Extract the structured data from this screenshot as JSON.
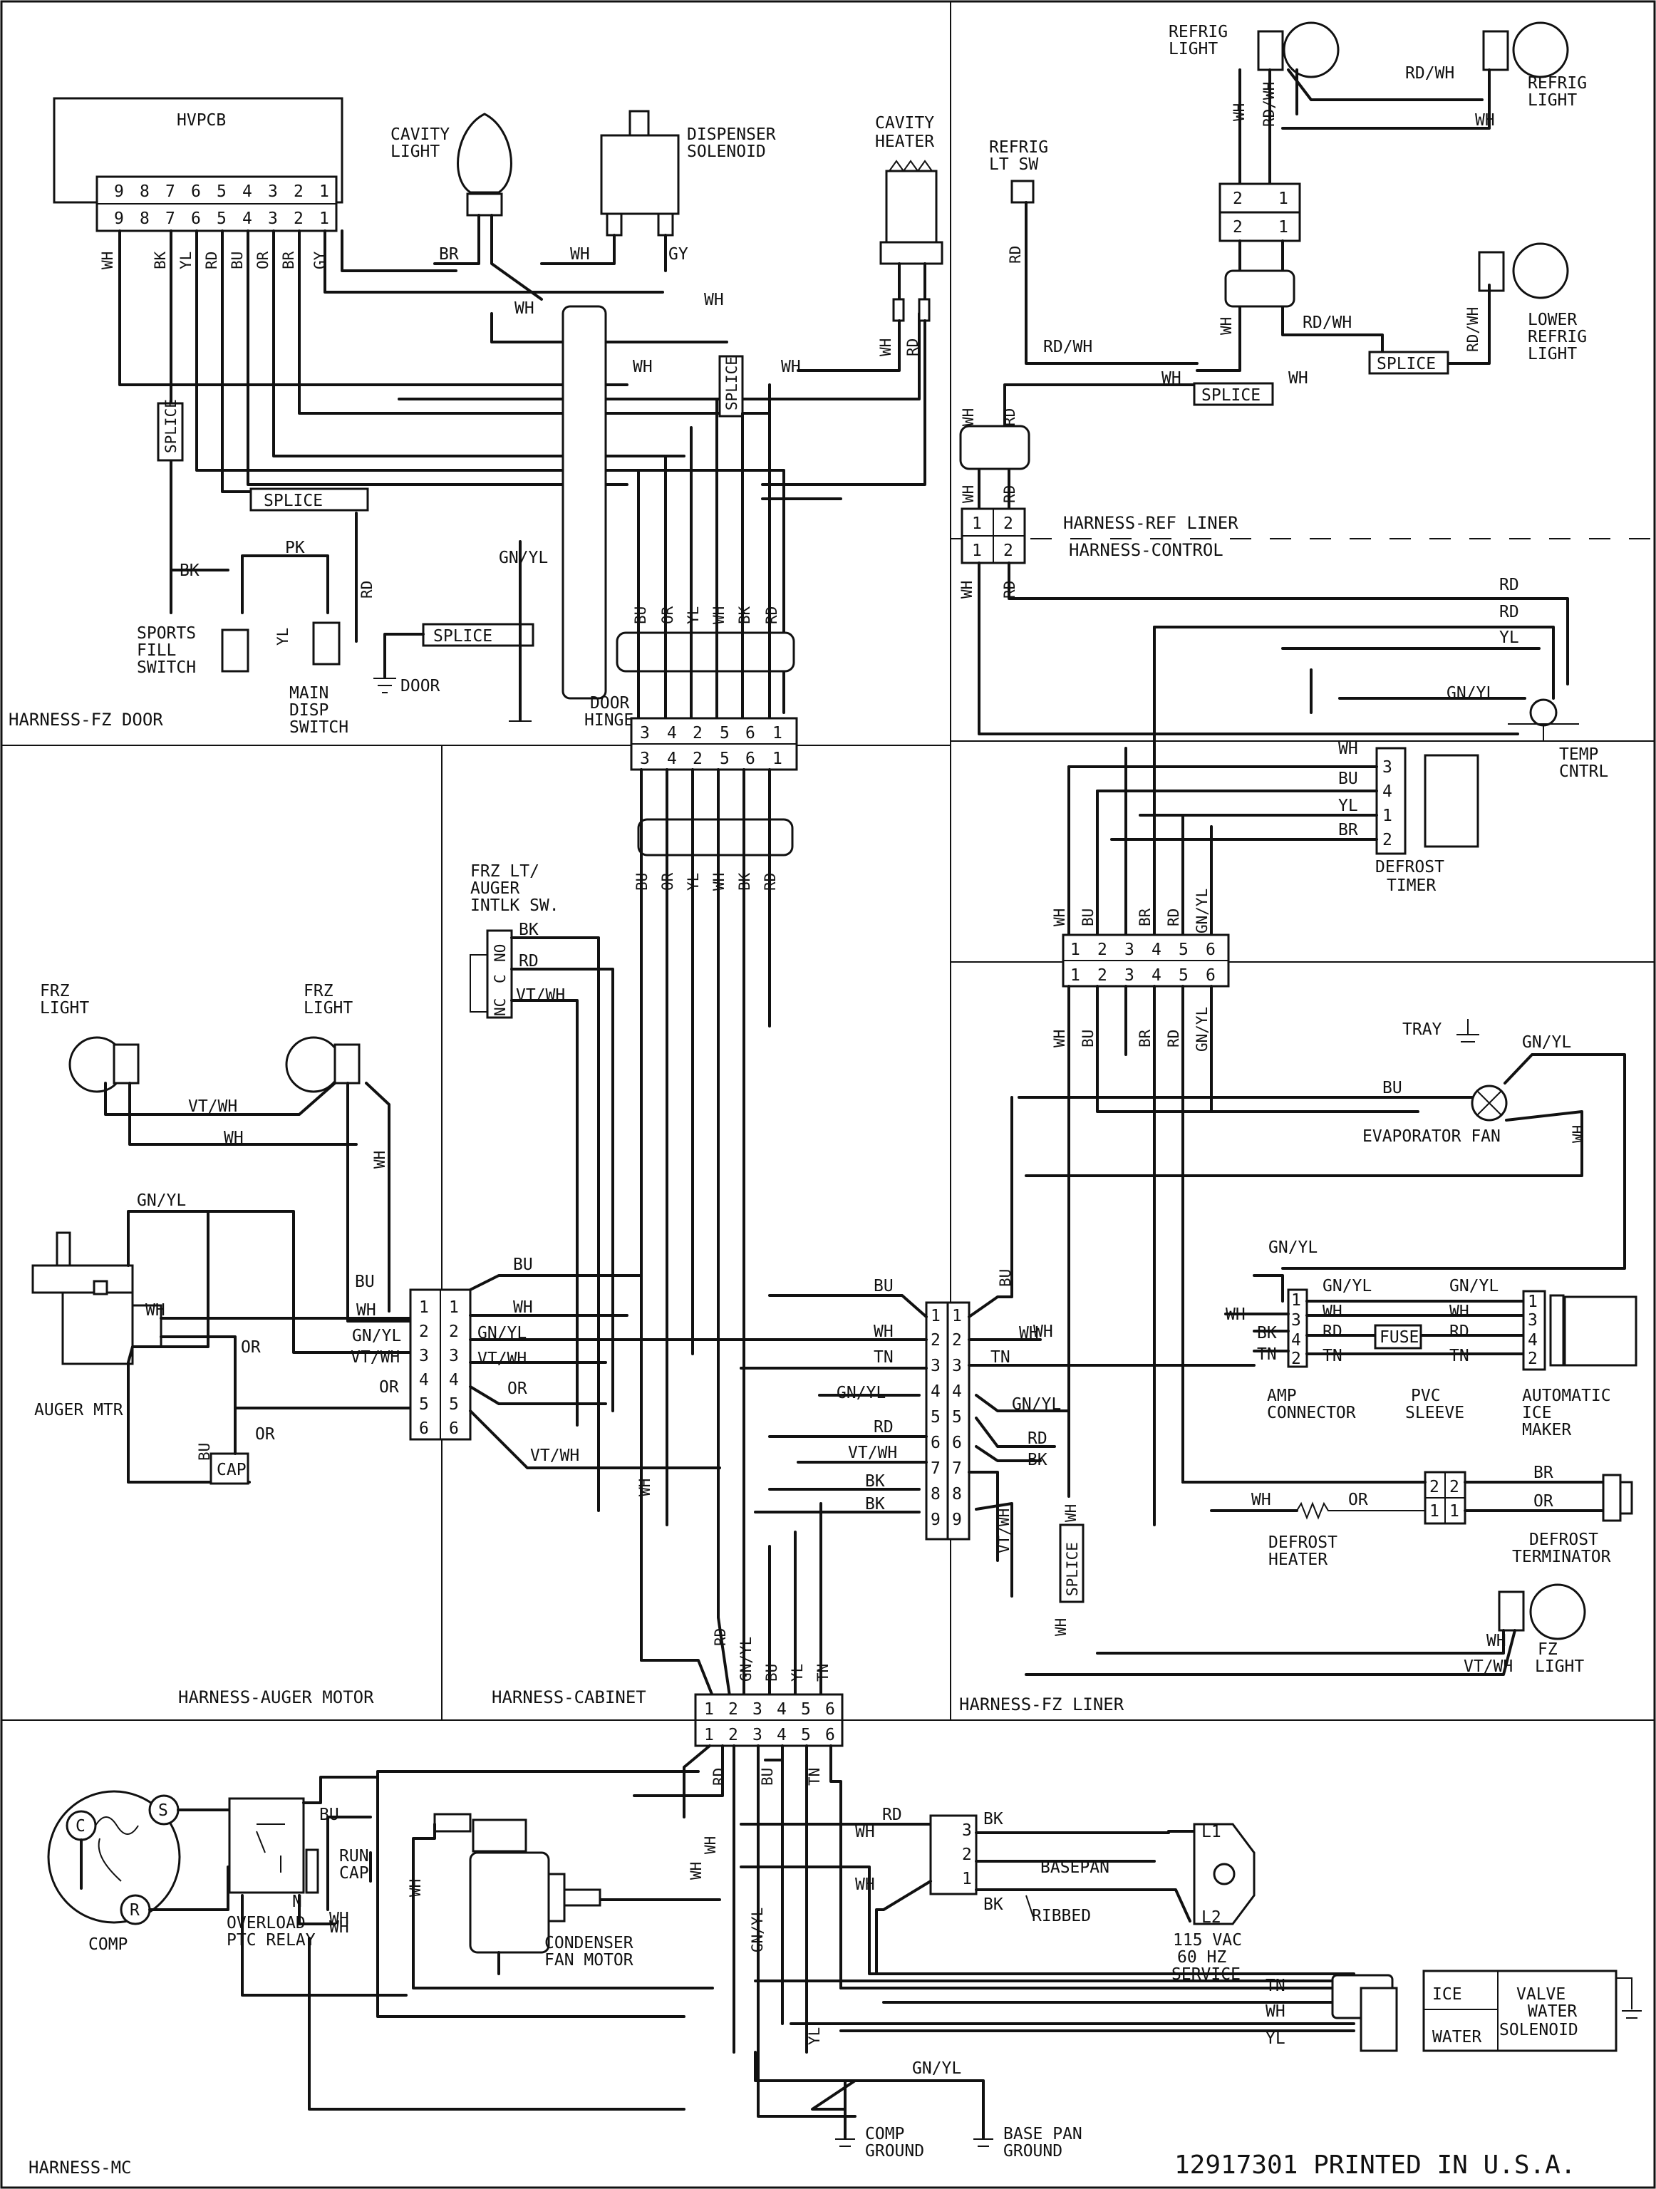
{
  "sections": {
    "fz_door": "HARNESS-FZ DOOR",
    "auger_motor": "HARNESS-AUGER MOTOR",
    "cabinet": "HARNESS-CABINET",
    "fz_liner": "HARNESS-FZ LINER",
    "mc": "HARNESS-MC",
    "ref_liner": "HARNESS-REF LINER",
    "control": "HARNESS-CONTROL"
  },
  "footer": "12917301 PRINTED IN U.S.A.",
  "components": {
    "hvpcb": "HVPCB",
    "cavity_light": [
      "CAVITY",
      "LIGHT"
    ],
    "dispenser_solenoid": [
      "DISPENSER",
      "SOLENOID"
    ],
    "cavity_heater": [
      "CAVITY",
      "HEATER"
    ],
    "sports_fill_switch": [
      "SPORTS",
      "FILL",
      "SWITCH"
    ],
    "main_disp_switch": [
      "MAIN",
      "DISP",
      "SWITCH"
    ],
    "door": "DOOR",
    "door_hinge": [
      "DOOR",
      "HINGE"
    ],
    "refrig_light_top": [
      "REFRIG",
      "LIGHT"
    ],
    "refrig_light_right": [
      "REFRIG",
      "LIGHT"
    ],
    "refrig_lt_sw": [
      "REFRIG",
      "LT SW"
    ],
    "lower_refrig_light": [
      "LOWER",
      "REFRIG",
      "LIGHT"
    ],
    "temp_cntrl": [
      "TEMP",
      "CNTRL"
    ],
    "defrost_timer": [
      "DEFROST",
      "TIMER"
    ],
    "tray": "TRAY",
    "evaporator_fan": "EVAPORATOR FAN",
    "amp_connector": [
      "AMP",
      "CONNECTOR"
    ],
    "pvc_sleeve": [
      "PVC",
      "SLEEVE"
    ],
    "automatic_ice_maker": [
      "AUTOMATIC",
      "ICE",
      "MAKER"
    ],
    "fuse": "FUSE",
    "defrost_heater": [
      "DEFROST",
      "HEATER"
    ],
    "defrost_terminator": [
      "DEFROST",
      "TERMINATOR"
    ],
    "fz_light_right": [
      "FZ",
      "LIGHT"
    ],
    "frz_light_left": [
      "FRZ",
      "LIGHT"
    ],
    "frz_light_mid": [
      "FRZ",
      "LIGHT"
    ],
    "frz_lt_auger_sw": [
      "FRZ LT/",
      "AUGER",
      "INTLK SW."
    ],
    "auger_mtr": "AUGER MTR",
    "cap": "CAP",
    "comp": "COMP",
    "overload_ptc_relay": [
      "OVERLOAD",
      "PTC RELAY"
    ],
    "run_cap": [
      "RUN",
      "CAP"
    ],
    "condenser_fan_motor": [
      "CONDENSER",
      "FAN MOTOR"
    ],
    "basepan": "BASEPAN",
    "ribbed": "RIBBED",
    "service": [
      "115 VAC",
      "60 HZ",
      "SERVICE"
    ],
    "comp_ground": [
      "COMP",
      "GROUND"
    ],
    "base_pan_ground": [
      "BASE PAN",
      "GROUND"
    ],
    "water_valve": [
      "ICE",
      "WATER",
      "VALVE",
      "WATER",
      "SOLENOID"
    ],
    "splice": "SPLICE",
    "comp_pins": [
      "C",
      "S",
      "R"
    ],
    "relay_n": "N",
    "switch_pins": [
      "NC",
      "C",
      "NO"
    ],
    "service_pins": [
      "L1",
      "L2"
    ]
  },
  "connectors": {
    "hvpcb_top": [
      "9",
      "8",
      "7",
      "6",
      "5",
      "4",
      "3",
      "2",
      "1"
    ],
    "hvpcb_bottom": [
      "9",
      "8",
      "7",
      "6",
      "5",
      "4",
      "3",
      "2",
      "1"
    ],
    "hinge": [
      "3",
      "4",
      "2",
      "5",
      "6",
      "1"
    ],
    "ref_liner": [
      "1",
      "2"
    ],
    "control": [
      "1",
      "2"
    ],
    "refrig_light": [
      "2",
      "1"
    ],
    "defrost_timer": [
      "3",
      "4",
      "1",
      "2"
    ],
    "fz_liner": [
      "1",
      "2",
      "3",
      "4",
      "5",
      "6"
    ],
    "auger": [
      "1",
      "2",
      "3",
      "4",
      "5",
      "6"
    ],
    "cabinet_left": [
      "1",
      "2",
      "3",
      "4",
      "5",
      "6",
      "7",
      "8",
      "9"
    ],
    "cabinet_right": [
      "1",
      "2",
      "3",
      "4",
      "5",
      "6",
      "7",
      "8",
      "9"
    ],
    "amp": [
      "1",
      "3",
      "4",
      "2"
    ],
    "ice_maker": [
      "1",
      "3",
      "4",
      "2"
    ],
    "defrost_heater": [
      "2",
      "1"
    ],
    "bottom": [
      "1",
      "2",
      "3",
      "4",
      "5",
      "6"
    ],
    "service": [
      "3",
      "2",
      "1"
    ]
  },
  "wires": {
    "hvpcb": [
      "WH",
      "BK",
      "YL",
      "RD",
      "BU",
      "OR",
      "BR",
      "GY"
    ],
    "hinge": [
      "BU",
      "OR",
      "YL",
      "WH",
      "BK",
      "RD"
    ],
    "cavity": [
      "BR",
      "WH",
      "GY",
      "WH",
      "WH",
      "WH",
      "WH",
      "RD"
    ],
    "door": [
      "BK",
      "PK",
      "YL",
      "RD",
      "GN/YL"
    ],
    "refrig": [
      "RD/WH",
      "RD/WH",
      "RD/WH",
      "RD/WH",
      "WH",
      "WH",
      "WH",
      "WH",
      "RD",
      "RD",
      "WH",
      "RD",
      "WH",
      "RD",
      "WH"
    ],
    "temp": [
      "RD",
      "RD",
      "YL",
      "GN/YL"
    ],
    "timer": [
      "WH",
      "BU",
      "YL",
      "BR"
    ],
    "fz_liner_top": [
      "WH",
      "BU",
      "BR",
      "RD",
      "GN/YL"
    ],
    "fz_liner_bottom": [
      "WH",
      "BU",
      "BR",
      "RD",
      "GN/YL"
    ],
    "fan": [
      "BU",
      "GN/YL",
      "WH"
    ],
    "amp": [
      "GN/YL",
      "GN/YL",
      "WH",
      "WH",
      "BK",
      "RD",
      "TN",
      "TN",
      "GN/YL",
      "WH",
      "RD",
      "TN"
    ],
    "defrost": [
      "WH",
      "OR",
      "BR",
      "OR"
    ],
    "fz_light": [
      "WH",
      "VT/WH"
    ],
    "frz_sw": [
      "BK",
      "RD",
      "VT/WH"
    ],
    "frz_light": [
      "VT/WH",
      "WH",
      "WH"
    ],
    "auger_left": [
      "GN/YL",
      "WH",
      "OR",
      "BU",
      "OR"
    ],
    "auger_conn": [
      "BU",
      "WH",
      "GN/YL",
      "VT/WH",
      "OR"
    ],
    "auger_right": [
      "BU",
      "WH",
      "GN/YL",
      "VT/WH",
      "OR",
      "VT/WH"
    ],
    "cab_left": [
      "BU",
      "WH",
      "TN",
      "GN/YL",
      "RD",
      "VT/WH",
      "BK",
      "BK"
    ],
    "cab_right": [
      "BU",
      "WH",
      "TN",
      "GN/YL",
      "RD",
      "BK",
      "VT/WH",
      "WH"
    ],
    "splice_right": [
      "WH",
      "WH"
    ],
    "cab_bottom": [
      "WH",
      "RD",
      "GN/YL",
      "BU",
      "YL",
      "TN"
    ],
    "mc_top": [
      "RD",
      "BU",
      "TN"
    ],
    "mc_misc": [
      "BU",
      "BU",
      "WH",
      "WH",
      "WH",
      "WH",
      "GN/YL",
      "YL",
      "WH"
    ],
    "service": [
      "RD",
      "BK",
      "BK",
      "WH"
    ],
    "valve": [
      "TN",
      "WH",
      "YL"
    ],
    "ground": [
      "GN/YL"
    ]
  }
}
